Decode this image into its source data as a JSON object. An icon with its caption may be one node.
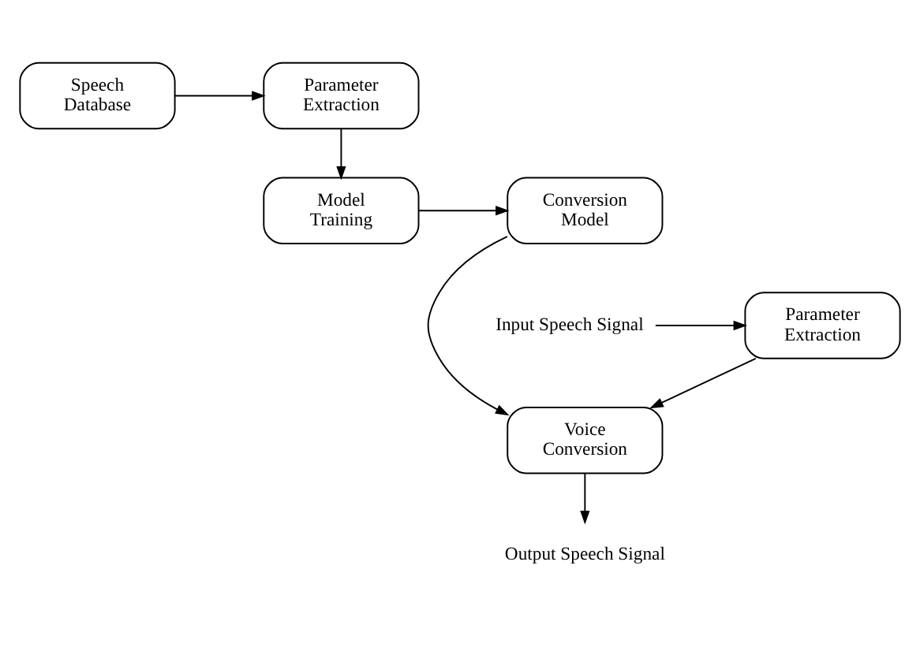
{
  "diagram": {
    "nodes": [
      {
        "text": [
          "Speech Database"
        ]
      },
      {
        "text": [
          "Parameter Extraction"
        ]
      },
      {
        "text": [
          "Model Training"
        ]
      },
      {
        "text": [
          "Conversion Model"
        ]
      },
      {
        "text": [
          "Input Speech Signal"
        ]
      },
      {
        "text": [
          "Parameter Extraction"
        ]
      },
      {
        "text": [
          "Voice Conversion"
        ]
      },
      {
        "text": [
          "Output Speech Signal"
        ]
      }
    ],
    "edges": [
      {
        "from": 0,
        "to": 1,
        "arrow": "to"
      },
      {
        "from": 1,
        "to": 2,
        "arrow": "to"
      },
      {
        "from": 2,
        "to": 3,
        "arrow": "to"
      },
      {
        "from": 4,
        "to": 5,
        "arrow": "to"
      },
      {
        "from": 5,
        "to": 6,
        "arrow": "to"
      },
      {
        "from": 3,
        "to": 6,
        "arrow": "to"
      },
      {
        "from": 6,
        "to": 7,
        "arrow": "to"
      }
    ]
  }
}
